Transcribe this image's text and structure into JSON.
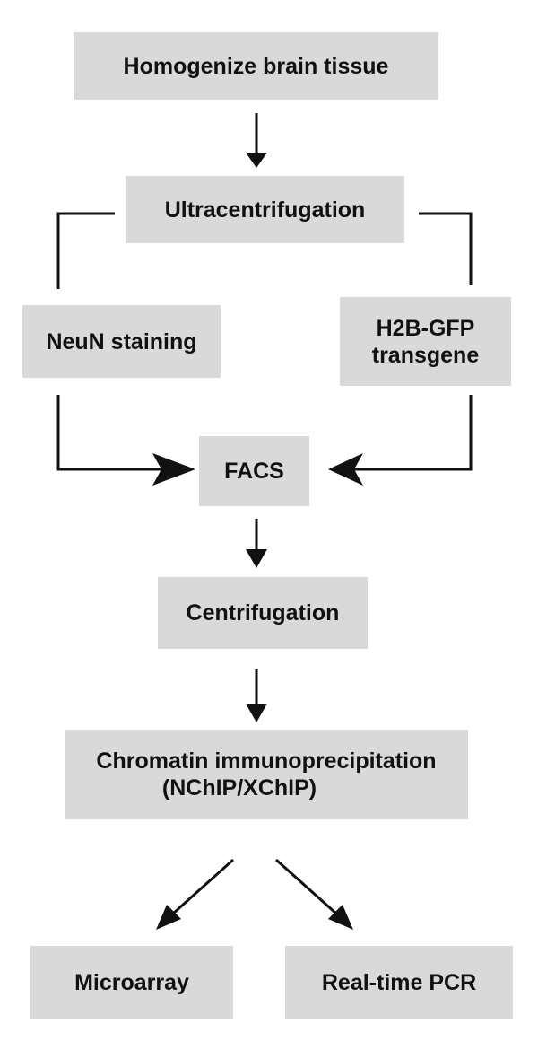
{
  "steps": {
    "homogenize": "Homogenize brain tissue",
    "ultracentrifugation": "Ultracentrifugation",
    "neun": "NeuN staining",
    "h2b": [
      "H2B-GFP",
      "transgene"
    ],
    "facs": "FACS",
    "centrifugation": "Centrifugation",
    "chromatin": [
      "Chromatin immunoprecipitation",
      "(NChIP/XChIP)"
    ],
    "microarray": "Microarray",
    "pcr": "Real-time PCR"
  },
  "colors": {
    "box_fill": "#d9d9d9",
    "line": "#111111",
    "text": "#111111"
  }
}
